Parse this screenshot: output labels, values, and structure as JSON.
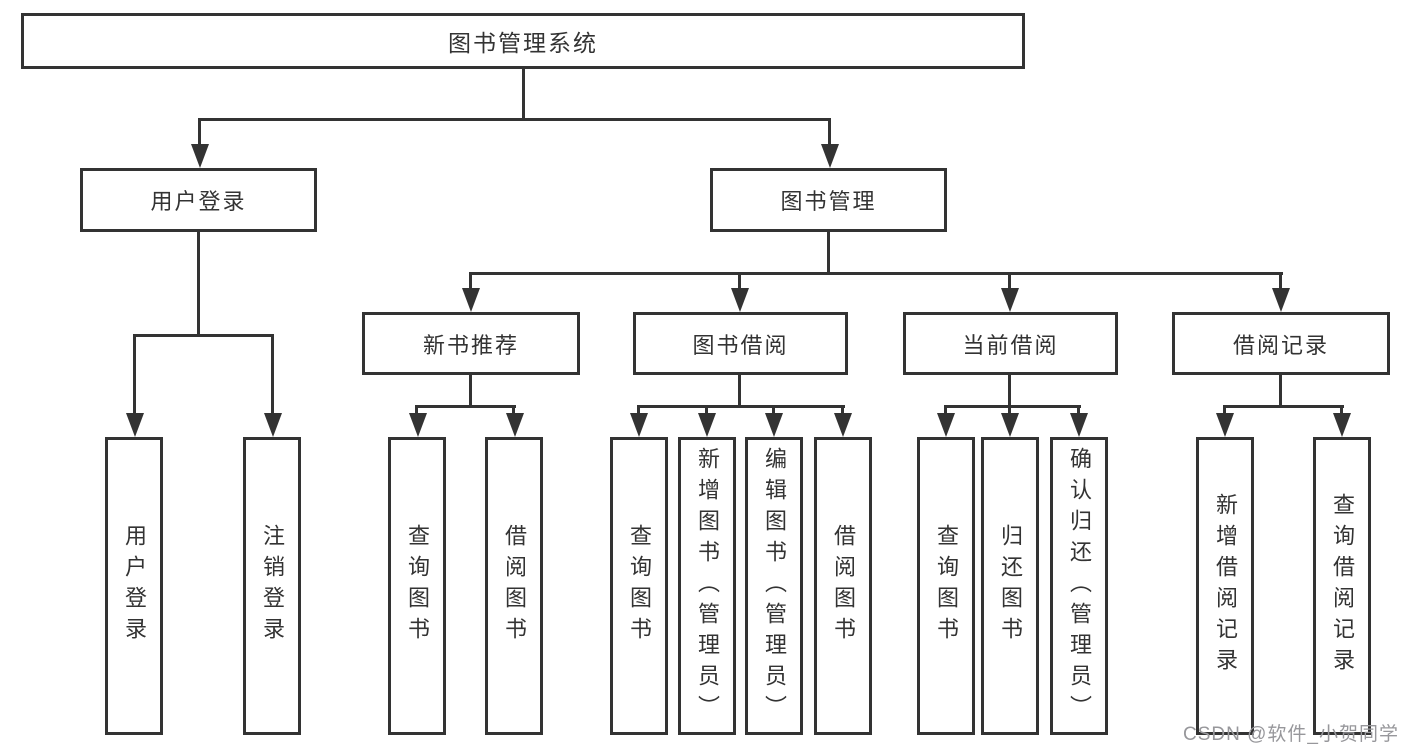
{
  "diagram": {
    "root": "图书管理系统",
    "children": [
      {
        "label": "用户登录",
        "children": [
          {
            "label": "用户登录"
          },
          {
            "label": "注销登录"
          }
        ]
      },
      {
        "label": "图书管理",
        "children": [
          {
            "label": "新书推荐",
            "children": [
              {
                "label": "查询图书"
              },
              {
                "label": "借阅图书"
              }
            ]
          },
          {
            "label": "图书借阅",
            "children": [
              {
                "label": "查询图书"
              },
              {
                "label": "新增图书（管理员）"
              },
              {
                "label": "编辑图书（管理员）"
              },
              {
                "label": "借阅图书"
              }
            ]
          },
          {
            "label": "当前借阅",
            "children": [
              {
                "label": "查询图书"
              },
              {
                "label": "归还图书"
              },
              {
                "label": "确认归还（管理员）"
              }
            ]
          },
          {
            "label": "借阅记录",
            "children": [
              {
                "label": "新增借阅记录"
              },
              {
                "label": "查询借阅记录"
              }
            ]
          }
        ]
      }
    ]
  },
  "watermark": "CSDN @软件_小贺同学",
  "colors": {
    "line": "#333333",
    "box_border": "#333333",
    "text": "#333333",
    "watermark": "#97979b",
    "background": "#ffffff"
  }
}
